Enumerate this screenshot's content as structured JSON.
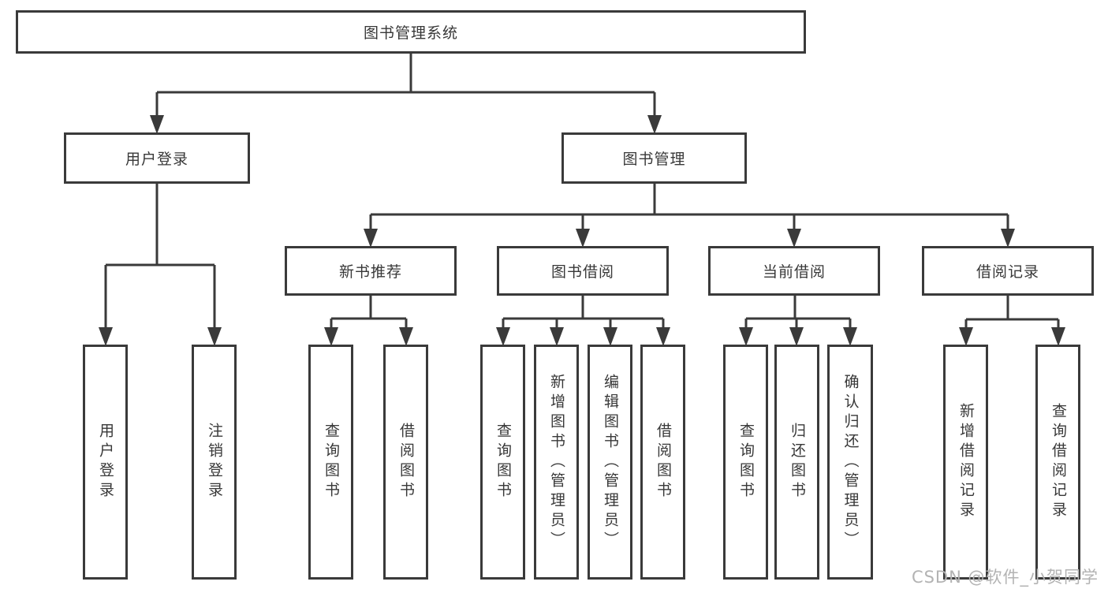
{
  "colors": {
    "line": "#3a3a3a",
    "text": "#383838",
    "watermark": "#b3b3b3",
    "background": "#ffffff"
  },
  "tree": {
    "label": "图书管理系统",
    "children": [
      {
        "label": "用户登录",
        "children": [
          {
            "label": "用户登录"
          },
          {
            "label": "注销登录"
          }
        ]
      },
      {
        "label": "图书管理",
        "children": [
          {
            "label": "新书推荐",
            "children": [
              {
                "label": "查询图书"
              },
              {
                "label": "借阅图书"
              }
            ]
          },
          {
            "label": "图书借阅",
            "children": [
              {
                "label": "查询图书"
              },
              {
                "label": "新增图书（管理员）"
              },
              {
                "label": "编辑图书（管理员）"
              },
              {
                "label": "借阅图书"
              }
            ]
          },
          {
            "label": "当前借阅",
            "children": [
              {
                "label": "查询图书"
              },
              {
                "label": "归还图书"
              },
              {
                "label": "确认归还（管理员）"
              }
            ]
          },
          {
            "label": "借阅记录",
            "children": [
              {
                "label": "新增借阅记录"
              },
              {
                "label": "查询借阅记录"
              }
            ]
          }
        ]
      }
    ]
  },
  "watermark": {
    "text": "CSDN @软件_小贺同学"
  }
}
